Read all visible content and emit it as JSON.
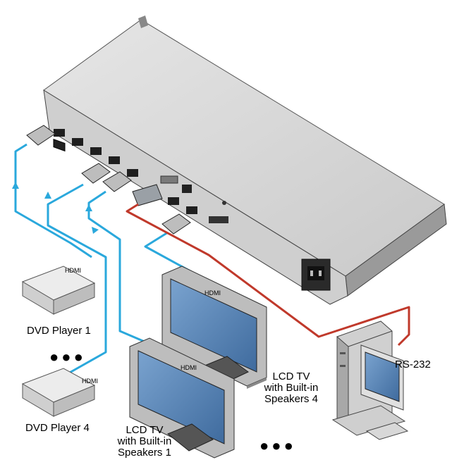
{
  "labels": {
    "dvd1": "DVD Player 1",
    "dvd4": "DVD Player 4",
    "tv1_line1": "LCD TV",
    "tv1_line2": "with Built-in",
    "tv1_line3": "Speakers 1",
    "tv4_line1": "LCD TV",
    "tv4_line2": "with Built-in",
    "tv4_line3": "Speakers 4",
    "rs232": "RS-232",
    "hdmi_dvd1": "HDMI",
    "hdmi_dvd4": "HDMI",
    "hdmi_tv1": "HDMI",
    "hdmi_tv4": "HDMI",
    "ellipsis_sources": "●●●",
    "ellipsis_displays": "●●●"
  },
  "colors": {
    "hdmi_cable": "#2aa8dc",
    "rs232_cable": "#c0392b",
    "device_body": "#d9d9d9",
    "screen": "#5b86b8"
  }
}
